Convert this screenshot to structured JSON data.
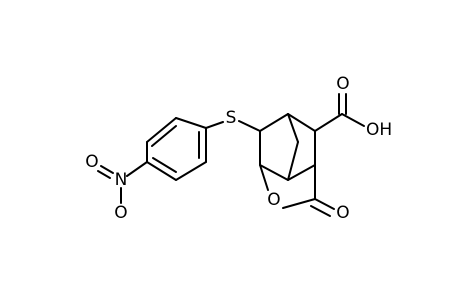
{
  "atoms": {
    "carbonyl_oxygen_acid": "O",
    "hydroxyl": "OH",
    "sulfur": "S",
    "nitrogen": "N",
    "nitro_oxygen_left": "O",
    "nitro_oxygen_bottom": "O",
    "ring_oxygen": "O",
    "lactone_carbonyl_oxygen": "O"
  },
  "colors": {
    "bond": "#000000",
    "label": "#000000",
    "background": "#ffffff"
  }
}
